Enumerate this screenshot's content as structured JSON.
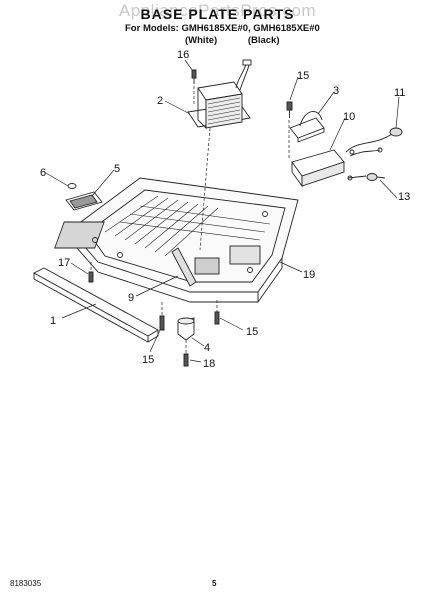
{
  "header": {
    "watermark": "AppliancePartsPros.com",
    "title": "BASE PLATE PARTS",
    "models_line": "For Models: GMH6185XE#0, GMH6185XE#0",
    "colors_line": "(White) (Black)"
  },
  "callouts": [
    "16",
    "2",
    "15",
    "3",
    "11",
    "10",
    "5",
    "6",
    "13",
    "17",
    "19",
    "9",
    "1",
    "15",
    "4",
    "15",
    "18"
  ],
  "footer": {
    "doc_number": "8183035",
    "page": "5"
  }
}
